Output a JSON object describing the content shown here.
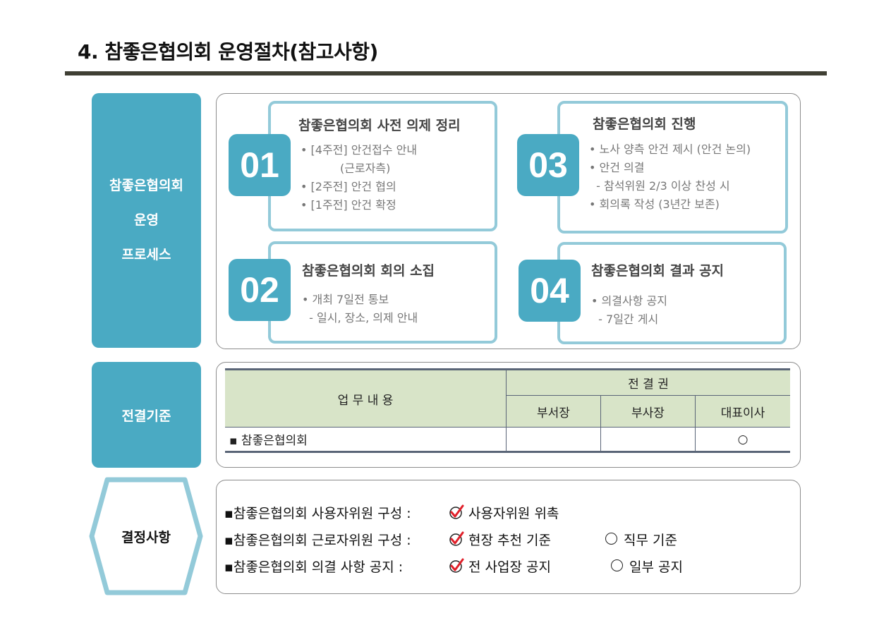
{
  "page": {
    "title": "4. 참좋은협의회 운영절차(참고사항)"
  },
  "process": {
    "label_lines": [
      "참좋은협의회",
      "운영",
      "프로세스"
    ],
    "steps": [
      {
        "number": "01",
        "title": "참좋은협의회 사전 의제 정리",
        "lines": [
          "• [4주전] 안건접수 안내",
          "           (근로자측)",
          "• [2주전] 안건 협의",
          "• [1주전] 안건 확정"
        ]
      },
      {
        "number": "02",
        "title": "참좋은협의회 회의 소집",
        "lines": [
          "• 개최 7일전 통보",
          "  - 일시, 장소, 의제 안내"
        ]
      },
      {
        "number": "03",
        "title": "참좋은협의회 진행",
        "lines": [
          "• 노사 양측 안건 제시 (안건 논의)",
          "• 안건 의결",
          "  - 참석위원 2/3 이상 찬성 시",
          "• 회의록 작성 (3년간 보존)"
        ]
      },
      {
        "number": "04",
        "title": "참좋은협의회 결과 공지",
        "lines": [
          "• 의결사항 공지",
          "  - 7일간 게시"
        ]
      }
    ]
  },
  "approval": {
    "label": "전결기준",
    "header_task": "업 무 내 용",
    "header_authority": "전 결 권",
    "columns": [
      "부서장",
      "부사장",
      "대표이사"
    ],
    "rows": [
      {
        "task": "▪ 참좋은협의회",
        "cells": [
          "",
          "",
          "○"
        ]
      }
    ]
  },
  "decisions": {
    "label": "결정사항",
    "items": [
      {
        "label": "▪참좋은협의회 사용자위원 구성 :",
        "checked_option": "사용자위원 위촉",
        "other_option": ""
      },
      {
        "label": "▪참좋은협의회 근로자위원 구성 :",
        "checked_option": "현장 추천 기준",
        "other_option": "직무 기준"
      },
      {
        "label": "▪참좋은협의회 의결 사항 공지   :",
        "checked_option": "전 사업장  공지",
        "other_option": "일부 공지"
      }
    ]
  },
  "colors": {
    "accent": "#4aaac3",
    "step_border": "#93cad9",
    "table_header": "#d8e4c8",
    "check": "#e0202a"
  }
}
